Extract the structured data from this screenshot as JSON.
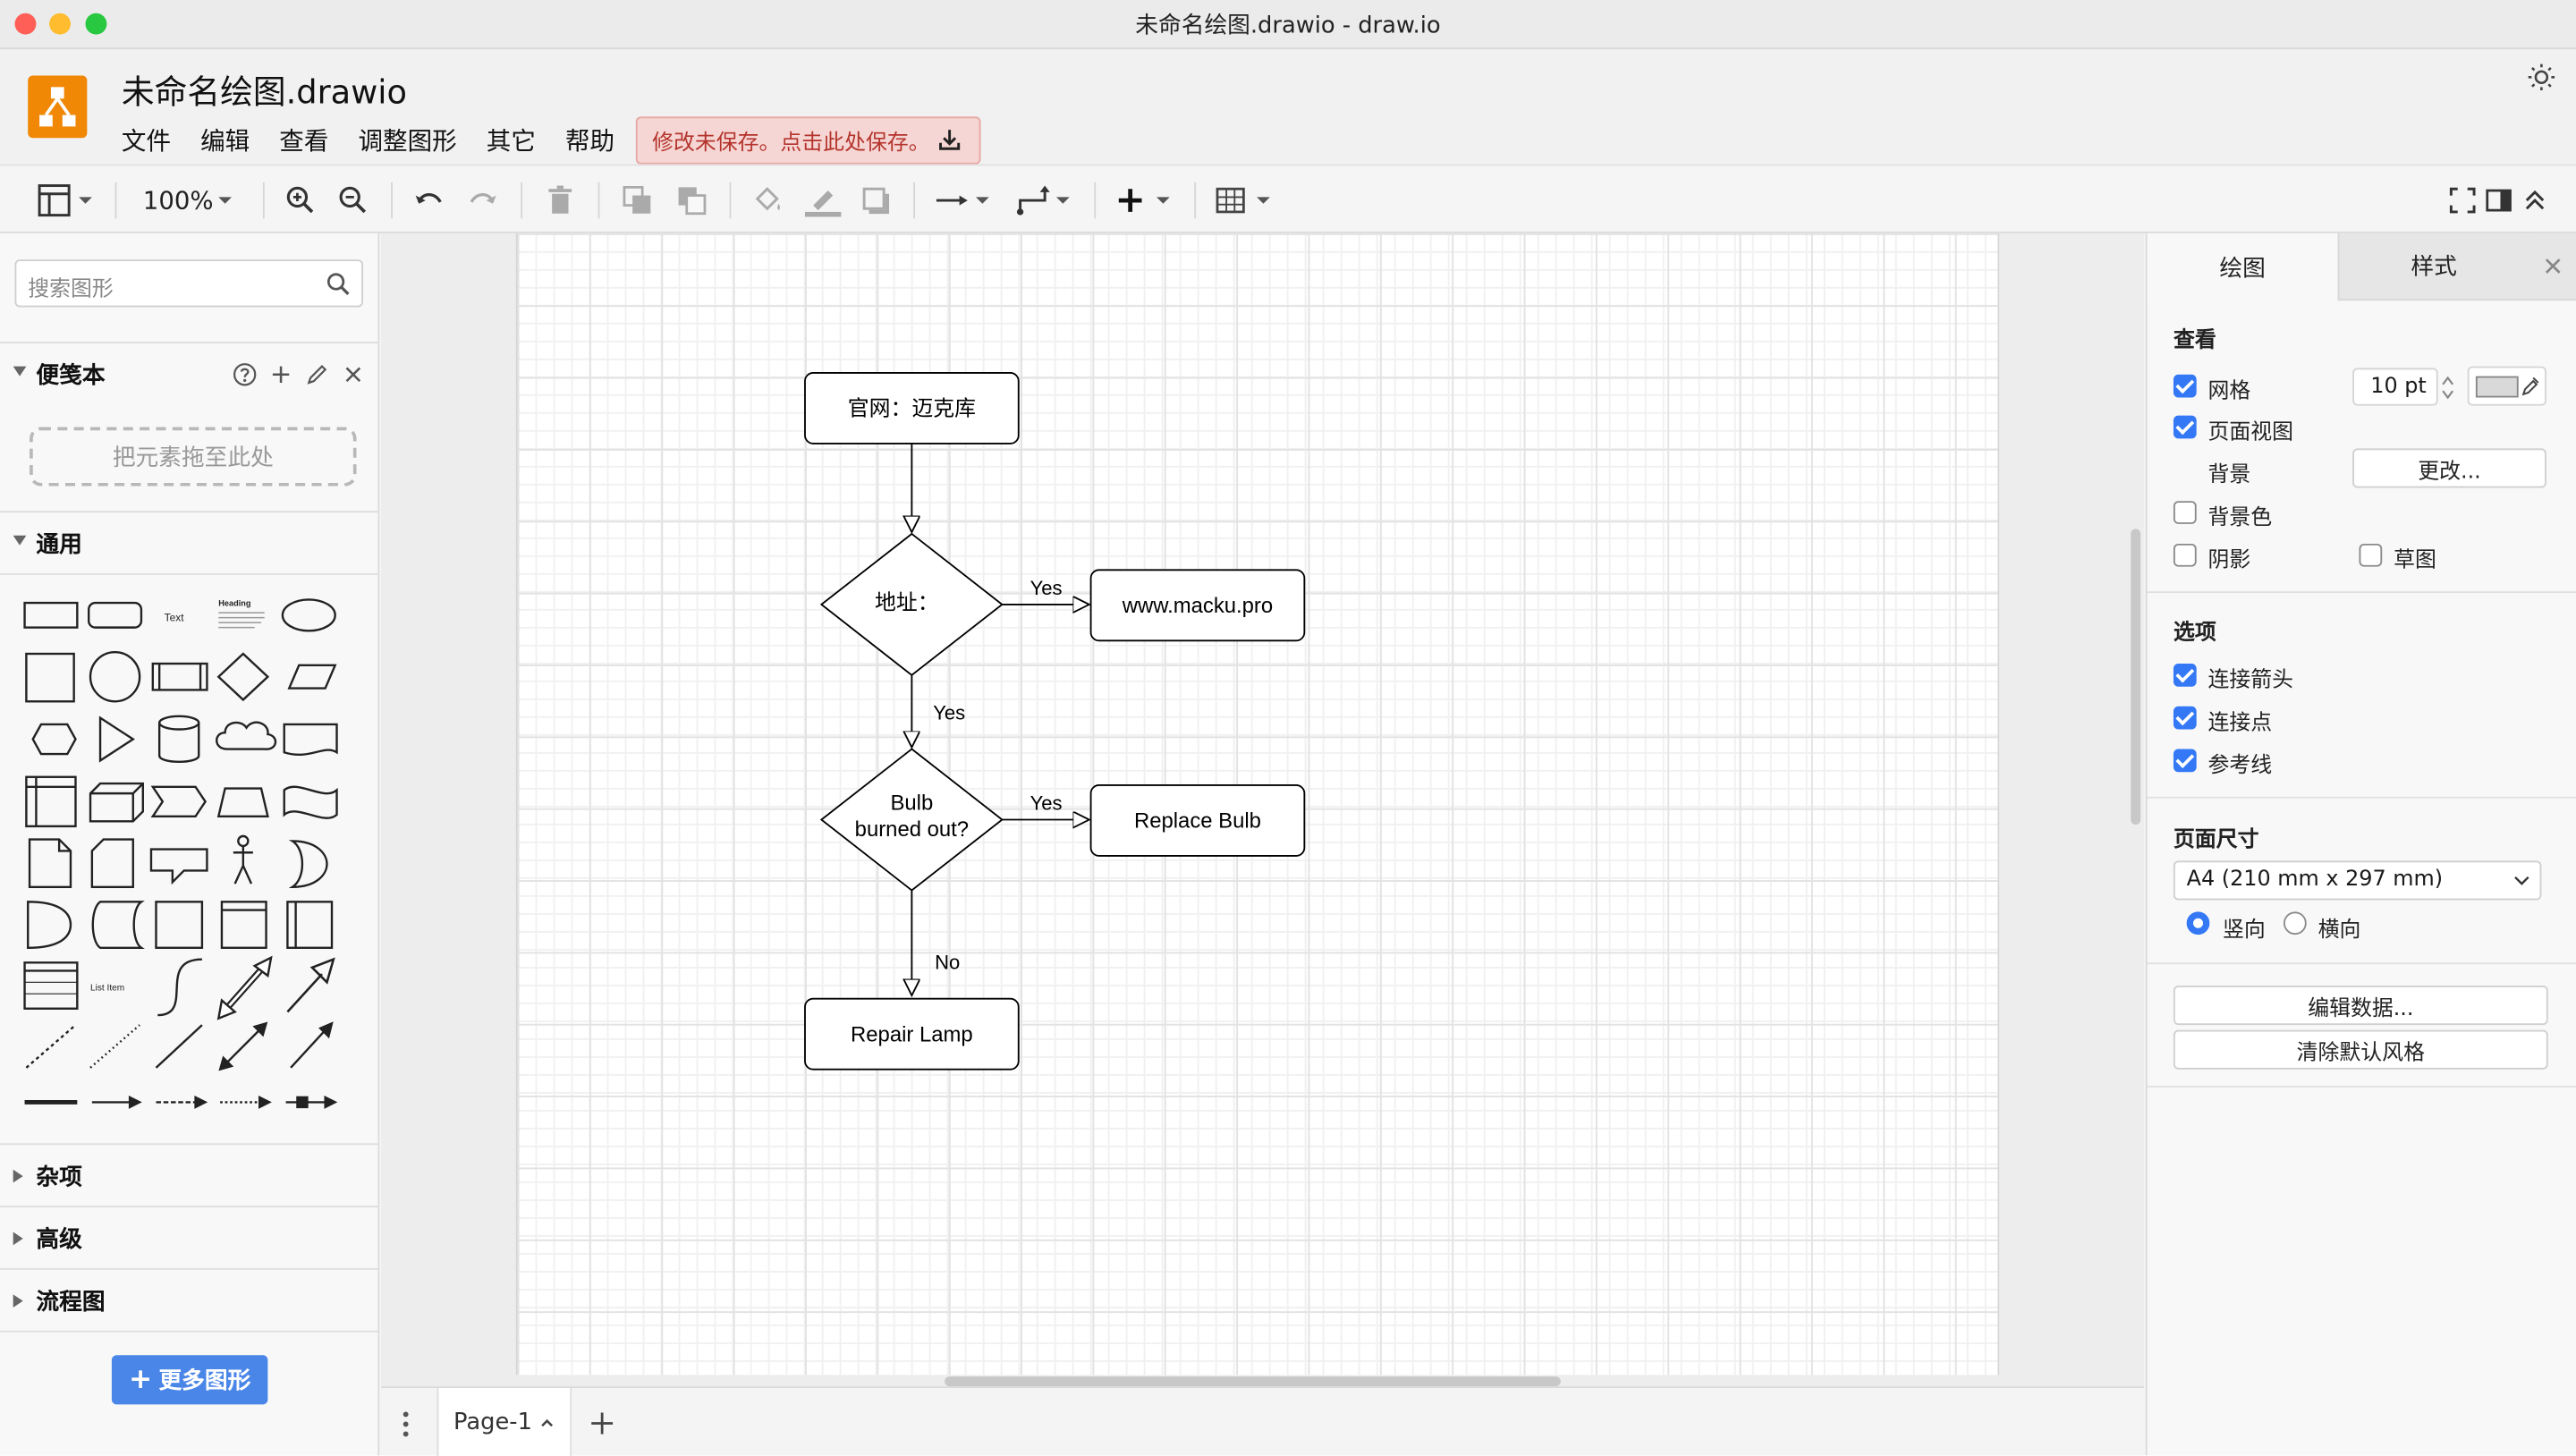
{
  "window": {
    "title": "未命名绘图.drawio - draw.io"
  },
  "header": {
    "doc_title": "未命名绘图.drawio",
    "menu": [
      "文件",
      "编辑",
      "查看",
      "调整图形",
      "其它",
      "帮助"
    ],
    "unsaved_notice": "修改未保存。点击此处保存。"
  },
  "toolbar": {
    "zoom": "100%"
  },
  "sidebar": {
    "search_placeholder": "搜索图形",
    "scratchpad_title": "便笺本",
    "drop_hint": "把元素拖至此处",
    "general_title": "通用",
    "shape_text_label": "Text",
    "shape_heading_label": "Heading",
    "shape_list_item_label": "List Item",
    "collapsed_sections": [
      "杂项",
      "高级",
      "流程图"
    ],
    "more_shapes": "更多图形"
  },
  "diagram": {
    "nodes": {
      "start": "官网：迈克库",
      "decision1": "地址：",
      "site": "www.macku.pro",
      "decision2_line1": "Bulb",
      "decision2_line2": "burned out?",
      "replace": "Replace Bulb",
      "repair": "Repair Lamp"
    },
    "edges": {
      "yes1": "Yes",
      "yes2": "Yes",
      "yes3": "Yes",
      "no": "No"
    }
  },
  "pages": {
    "current": "Page-1"
  },
  "format_panel": {
    "tabs": [
      "绘图",
      "样式"
    ],
    "view_section": "查看",
    "grid": {
      "label": "网格",
      "checked": true,
      "size": "10 pt"
    },
    "page_view": {
      "label": "页面视图",
      "checked": true
    },
    "background": {
      "label": "背景",
      "button": "更改..."
    },
    "background_color": {
      "label": "背景色",
      "checked": false
    },
    "shadow": {
      "label": "阴影",
      "checked": false
    },
    "sketch": {
      "label": "草图",
      "checked": false
    },
    "options_section": "选项",
    "options": [
      {
        "label": "连接箭头",
        "checked": true
      },
      {
        "label": "连接点",
        "checked": true
      },
      {
        "label": "参考线",
        "checked": true
      }
    ],
    "page_size_section": "页面尺寸",
    "page_size": "A4 (210 mm x 297 mm)",
    "orientation": {
      "portrait": "竖向",
      "landscape": "横向",
      "selected": "portrait"
    },
    "edit_data": "编辑数据...",
    "clear_style": "清除默认风格"
  },
  "colors": {
    "accent": "#3478f6",
    "brand": "#f08705",
    "unsaved_bg": "#f6d6d4",
    "unsaved_text": "#b4342c",
    "more_button": "#4a86e8"
  }
}
